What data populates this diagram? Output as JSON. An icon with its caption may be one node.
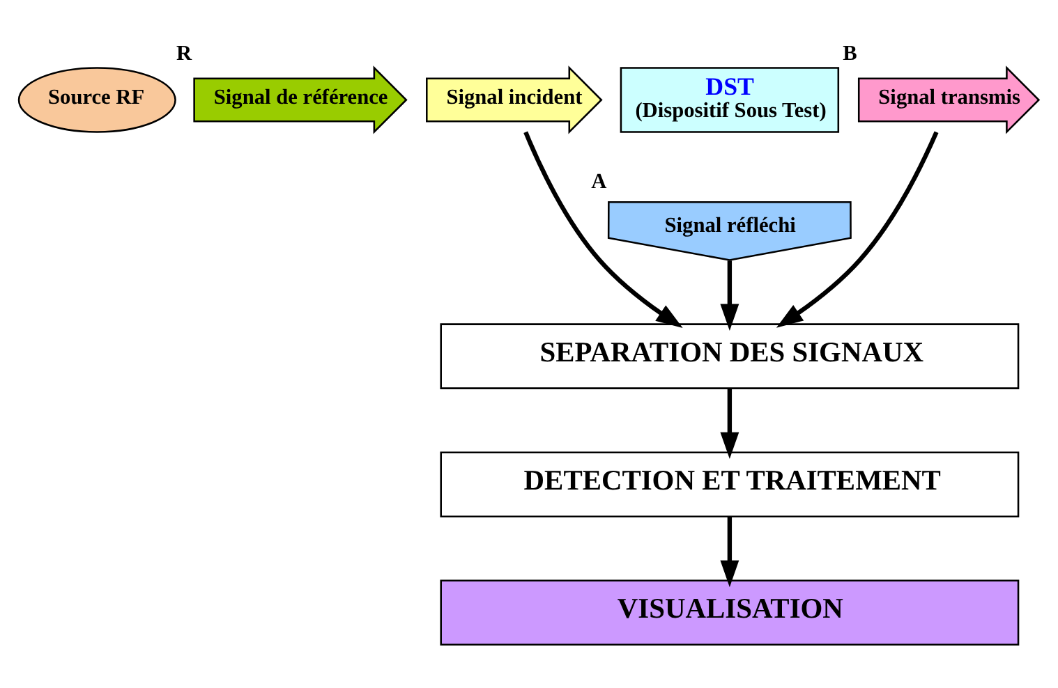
{
  "diagram": {
    "nodes": [
      {
        "text": [
          "Source RF"
        ]
      },
      {
        "text": [
          "Signal de référence"
        ],
        "beside": [
          "R"
        ]
      },
      {
        "text": [
          "Signal incident"
        ]
      },
      {
        "text": [
          "DST",
          "(Dispositif Sous Test)"
        ]
      },
      {
        "text": [
          "Signal transmis"
        ],
        "beside": [
          "B"
        ]
      },
      {
        "text": [
          "Signal réfléchi"
        ],
        "beside": [
          "A"
        ]
      },
      {
        "text": [
          "SEPARATION DES SIGNAUX"
        ]
      },
      {
        "text": [
          "DETECTION ET TRAITEMENT"
        ]
      },
      {
        "text": [
          "VISUALISATION"
        ]
      }
    ],
    "edges": [
      {
        "from": 2,
        "to": 6,
        "arrow": "to"
      },
      {
        "from": 5,
        "to": 6,
        "arrow": "to"
      },
      {
        "from": 4,
        "to": 6,
        "arrow": "to"
      },
      {
        "from": 6,
        "to": 7,
        "arrow": "to"
      },
      {
        "from": 7,
        "to": 8,
        "arrow": "to"
      }
    ]
  }
}
